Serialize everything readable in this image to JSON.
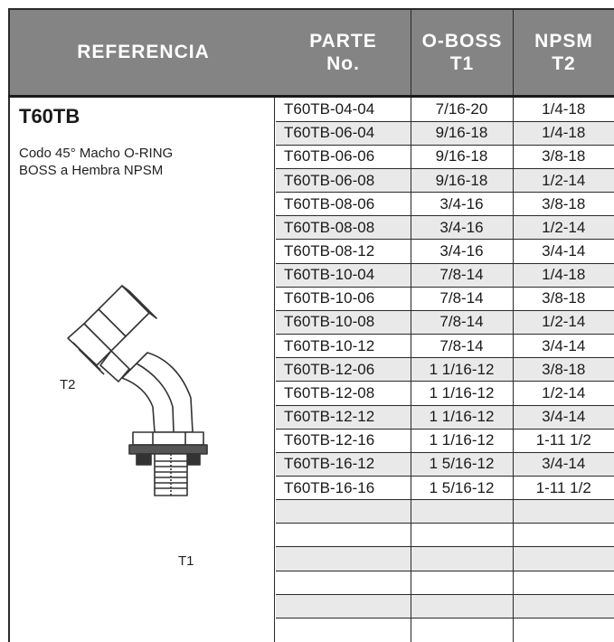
{
  "headers": {
    "referencia": "REFERENCIA",
    "parte_line1": "PARTE",
    "parte_line2": "No.",
    "oboss_line1": "O-BOSS",
    "oboss_line2": "T1",
    "npsm_line1": "NPSM",
    "npsm_line2": "T2"
  },
  "product": {
    "series": "T60TB",
    "description_line1": "Codo 45° Macho O-RING",
    "description_line2": "BOSS a Hembra NPSM",
    "label_t2": "T2",
    "label_t1": "T1"
  },
  "rows": [
    {
      "parte": "T60TB-04-04",
      "oboss": "7/16-20",
      "npsm": "1/4-18"
    },
    {
      "parte": "T60TB-06-04",
      "oboss": "9/16-18",
      "npsm": "1/4-18"
    },
    {
      "parte": "T60TB-06-06",
      "oboss": "9/16-18",
      "npsm": "3/8-18"
    },
    {
      "parte": "T60TB-06-08",
      "oboss": "9/16-18",
      "npsm": "1/2-14"
    },
    {
      "parte": "T60TB-08-06",
      "oboss": "3/4-16",
      "npsm": "3/8-18"
    },
    {
      "parte": "T60TB-08-08",
      "oboss": "3/4-16",
      "npsm": "1/2-14"
    },
    {
      "parte": "T60TB-08-12",
      "oboss": "3/4-16",
      "npsm": "3/4-14"
    },
    {
      "parte": "T60TB-10-04",
      "oboss": "7/8-14",
      "npsm": "1/4-18"
    },
    {
      "parte": "T60TB-10-06",
      "oboss": "7/8-14",
      "npsm": "3/8-18"
    },
    {
      "parte": "T60TB-10-08",
      "oboss": "7/8-14",
      "npsm": "1/2-14"
    },
    {
      "parte": "T60TB-10-12",
      "oboss": "7/8-14",
      "npsm": "3/4-14"
    },
    {
      "parte": "T60TB-12-06",
      "oboss": "1 1/16-12",
      "npsm": "3/8-18"
    },
    {
      "parte": "T60TB-12-08",
      "oboss": "1 1/16-12",
      "npsm": "1/2-14"
    },
    {
      "parte": "T60TB-12-12",
      "oboss": "1 1/16-12",
      "npsm": "3/4-14"
    },
    {
      "parte": "T60TB-12-16",
      "oboss": "1 1/16-12",
      "npsm": "1-11 1/2"
    },
    {
      "parte": "T60TB-16-12",
      "oboss": "1 5/16-12",
      "npsm": "3/4-14"
    },
    {
      "parte": "T60TB-16-16",
      "oboss": "1 5/16-12",
      "npsm": "1-11 1/2"
    },
    {
      "parte": "",
      "oboss": "",
      "npsm": ""
    },
    {
      "parte": "",
      "oboss": "",
      "npsm": ""
    },
    {
      "parte": "",
      "oboss": "",
      "npsm": ""
    },
    {
      "parte": "",
      "oboss": "",
      "npsm": ""
    },
    {
      "parte": "",
      "oboss": "",
      "npsm": ""
    },
    {
      "parte": "",
      "oboss": "",
      "npsm": ""
    }
  ],
  "colors": {
    "header_bg": "#848484",
    "header_text": "#ffffff",
    "row_alt_bg": "#e9e9e9",
    "border": "#2a2a2a"
  },
  "icons": {
    "illustration": "elbow-fitting-45-icon"
  }
}
